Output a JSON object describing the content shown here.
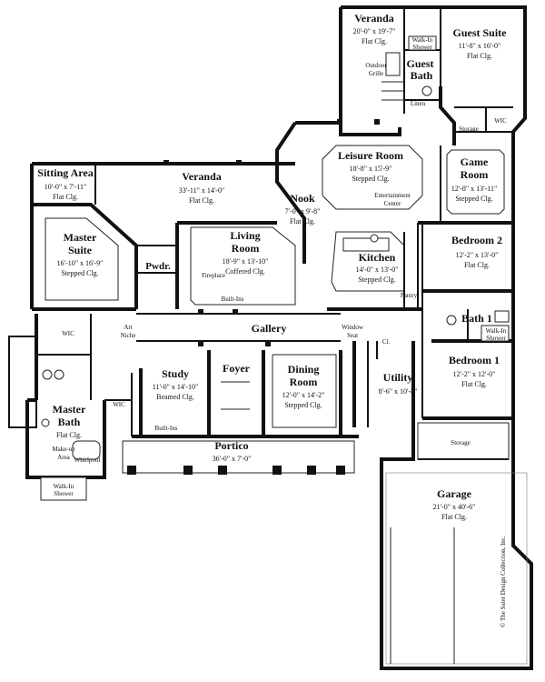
{
  "rooms": {
    "veranda_top": {
      "name": "Veranda",
      "dim": "20'-0\" x 19'-7\"",
      "clg": "Flat Clg."
    },
    "guest_suite": {
      "name": "Guest Suite",
      "dim": "11'-8\" x 16'-0\"",
      "clg": "Flat Clg."
    },
    "guest_bath": {
      "name": "Guest Bath"
    },
    "leisure": {
      "name": "Leisure Room",
      "dim": "18'-8\" x 15'-9\"",
      "clg": "Stepped Clg."
    },
    "game": {
      "name": "Game Room",
      "dim": "12'-8\" x 13'-11\"",
      "clg": "Stepped Clg."
    },
    "sitting": {
      "name": "Sitting Area",
      "dim": "10'-0\" x 7'-11\"",
      "clg": "Flat Clg."
    },
    "veranda_main": {
      "name": "Veranda",
      "dim": "33'-11\" x 14'-0\"",
      "clg": "Flat Clg."
    },
    "nook": {
      "name": "Nook",
      "dim": "7'-0\" x 9'-8\"",
      "clg": "Flat Clg."
    },
    "master_suite": {
      "name": "Master Suite",
      "dim": "16'-10\" x 16'-9\"",
      "clg": "Stepped Clg."
    },
    "living": {
      "name": "Living Room",
      "dim": "18'-9\" x 13'-10\"",
      "clg": "Coffered Clg."
    },
    "kitchen": {
      "name": "Kitchen",
      "dim": "14'-0\" x 13'-0\"",
      "clg": "Stepped Clg."
    },
    "bedroom2": {
      "name": "Bedroom 2",
      "dim": "12'-2\" x 13'-0\"",
      "clg": "Flat Clg."
    },
    "pwdr": {
      "name": "Pwdr."
    },
    "gallery": {
      "name": "Gallery"
    },
    "bath1": {
      "name": "Bath 1"
    },
    "bedroom1": {
      "name": "Bedroom 1",
      "dim": "12'-2\" x 12'-0\"",
      "clg": "Flat Clg."
    },
    "study": {
      "name": "Study",
      "dim": "11'-0\" x 14'-10\"",
      "clg": "Beamed Clg."
    },
    "foyer": {
      "name": "Foyer"
    },
    "dining": {
      "name": "Dining Room",
      "dim": "12'-0\" x 14'-2\"",
      "clg": "Stepped Clg."
    },
    "utility": {
      "name": "Utility",
      "dim": "8'-6\" x 10'-8\""
    },
    "master_bath": {
      "name": "Master Bath",
      "clg": "Flat Clg."
    },
    "portico": {
      "name": "Portico",
      "dim": "36'-0\" x 7'-0\""
    },
    "garage": {
      "name": "Garage",
      "dim": "21'-0\" x 40'-6\"",
      "clg": "Flat Clg."
    }
  },
  "labels": {
    "walk_in_shower_top": [
      "Walk-In",
      "Shower"
    ],
    "outdoor_grille": [
      "Outdoor",
      "Grille"
    ],
    "linen": "Linen",
    "wic_guest": "WIC",
    "storage_game": "Storage",
    "entertainment": [
      "Entertainment",
      "Center"
    ],
    "fireplace": "Fireplace",
    "built_ins_living": "Built-Ins",
    "pantry": "Pantry",
    "wic_master": "WIC",
    "art_niche": [
      "Art",
      "Niche"
    ],
    "window_seat": [
      "Window",
      "Seat"
    ],
    "cl": "Cl.",
    "walk_in_shower_bath1": [
      "Walk-In",
      "Shower"
    ],
    "wic_study": "WIC",
    "built_ins_study": "Built-Ins",
    "makeup": [
      "Make-up",
      "Area"
    ],
    "whirlpool": "Whirlpool",
    "walk_in_shower_master": [
      "Walk-In",
      "Shower"
    ],
    "storage_garage": "Storage"
  },
  "copyright": "© The Sater Design Collection, Inc."
}
